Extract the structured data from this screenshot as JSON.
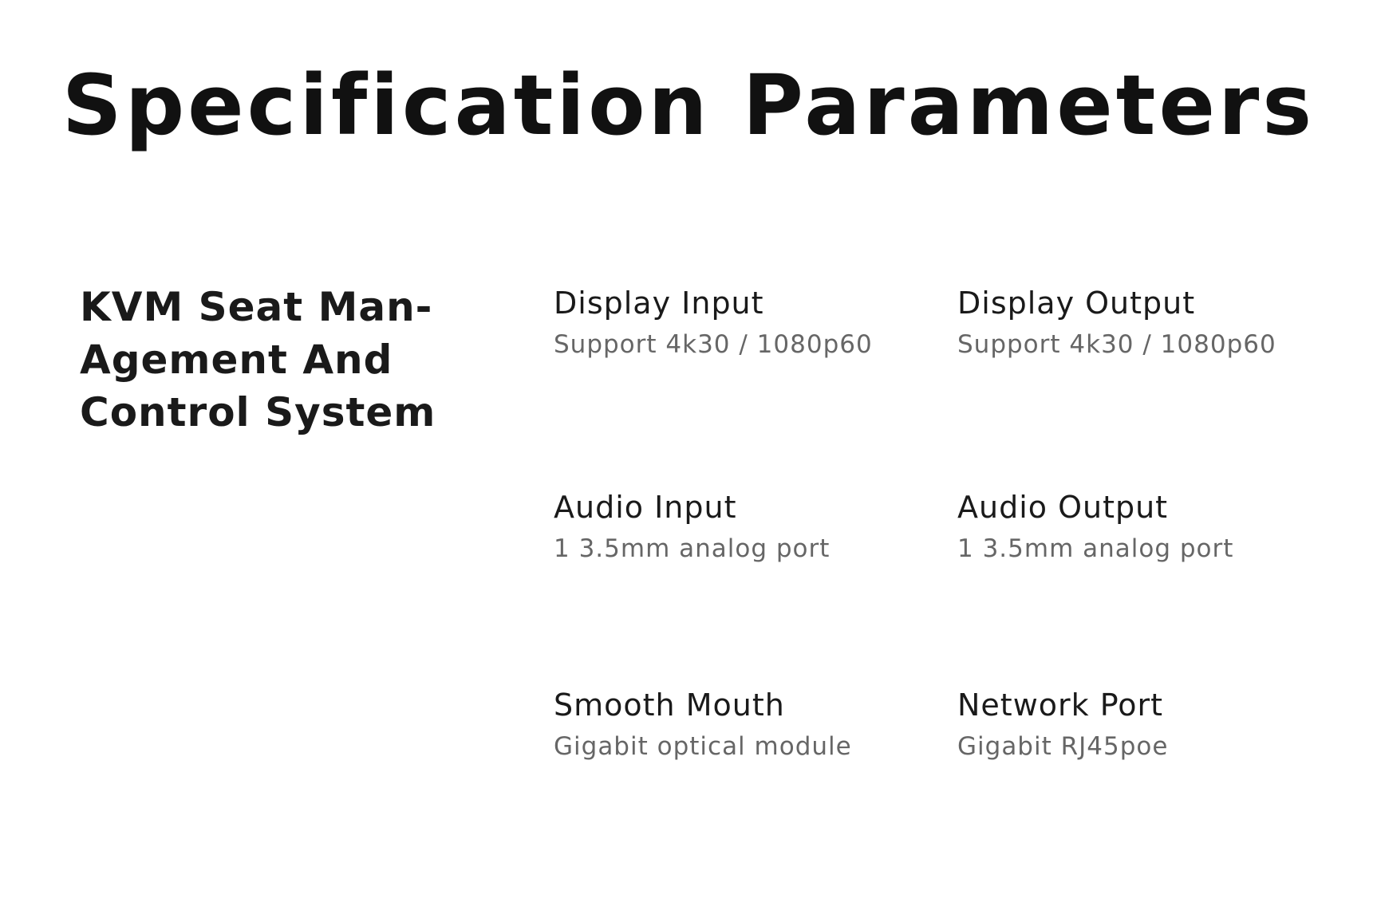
{
  "page": {
    "title": "Specification Parameters"
  },
  "product": {
    "name_lines": [
      "KVM Seat Man-",
      "Agement And",
      "Control System"
    ]
  },
  "specs": [
    {
      "label": "Display Input",
      "value": "Support 4k30 / 1080p60"
    },
    {
      "label": "Display Output",
      "value": "Support 4k30 / 1080p60"
    },
    {
      "label": "Audio Input",
      "value": "1 3.5mm analog port"
    },
    {
      "label": "Audio Output",
      "value": "1 3.5mm analog port"
    },
    {
      "label": "Smooth Mouth",
      "value": "Gigabit optical module"
    },
    {
      "label": "Network Port",
      "value": "Gigabit RJ45poe"
    }
  ],
  "colors": {
    "background": "#ffffff",
    "heading": "#111111",
    "label": "#1a1a1a",
    "value": "#666666"
  }
}
